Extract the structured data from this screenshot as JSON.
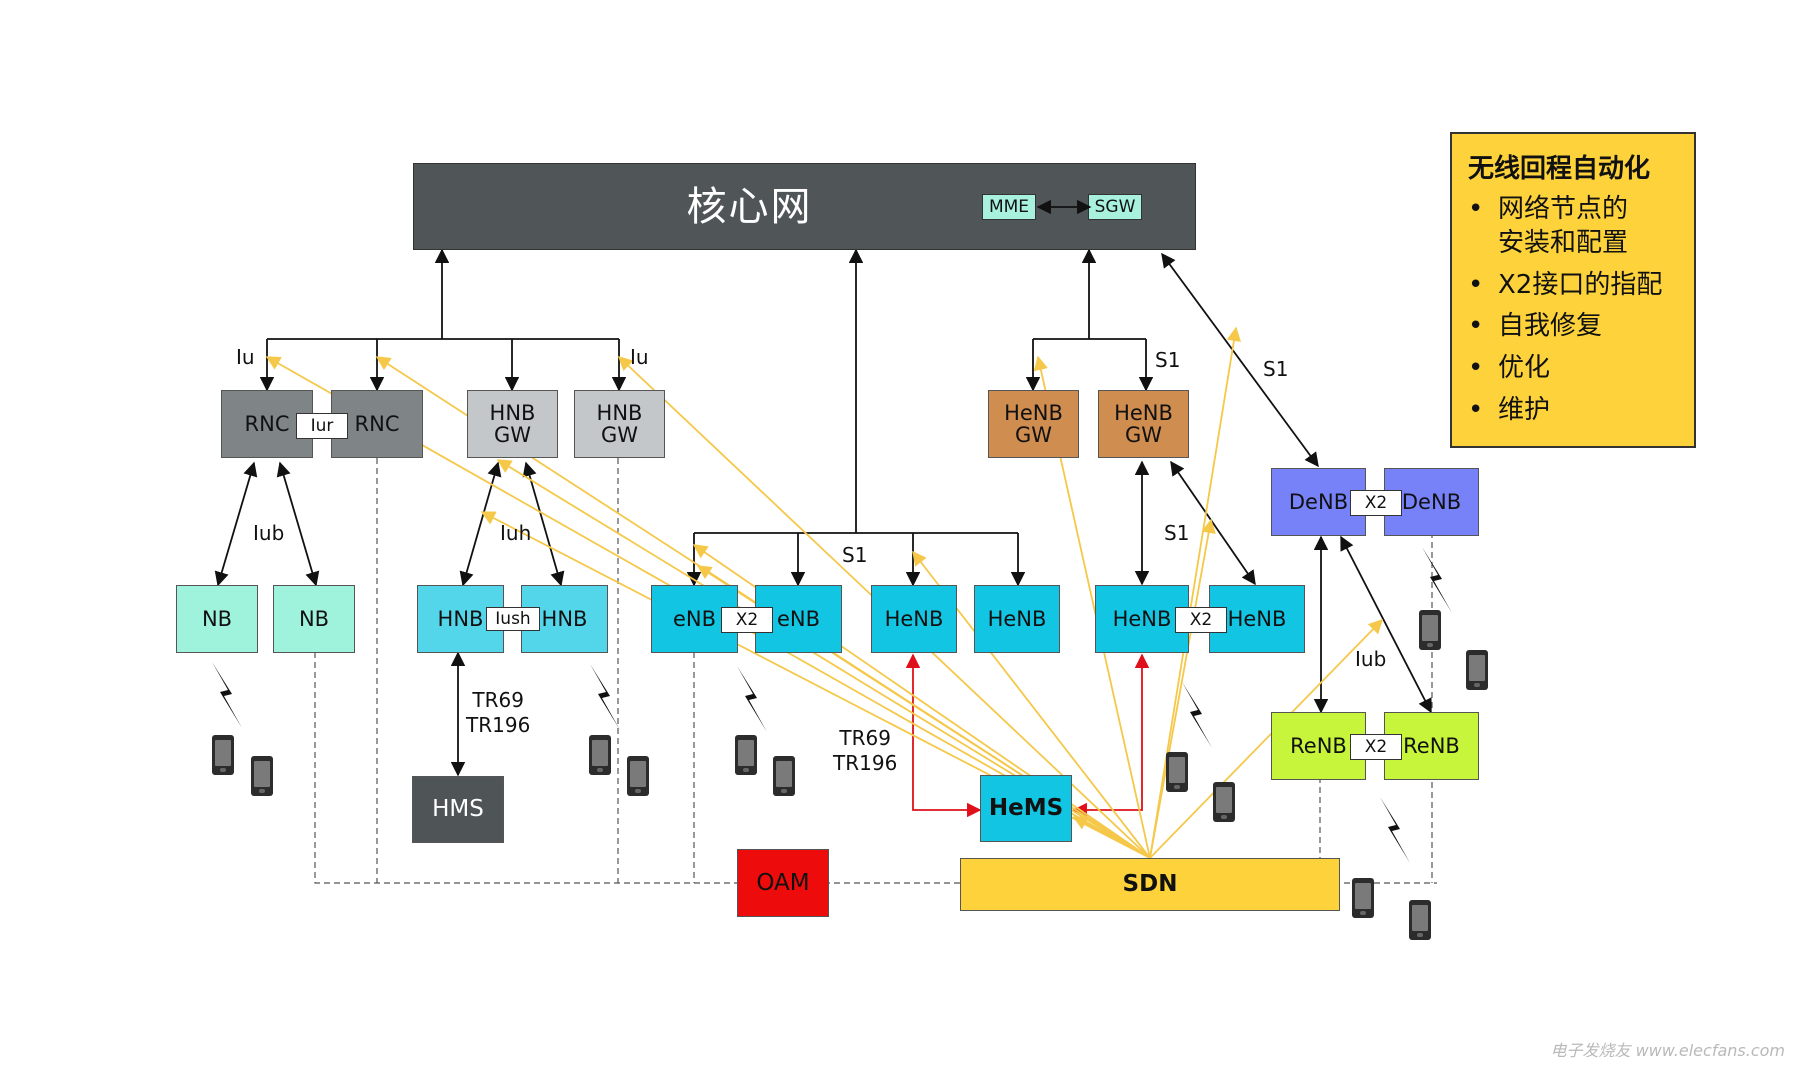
{
  "core": {
    "label": "核心网",
    "mme": "MME",
    "sgw": "SGW"
  },
  "nodes": {
    "rnc1": "RNC",
    "rnc2": "RNC",
    "iur": "Iur",
    "hnbgw1": "HNB\nGW",
    "hnbgw2": "HNB\nGW",
    "henbgw1": "HeNB\nGW",
    "henbgw2": "HeNB\nGW",
    "denb1": "DeNB",
    "denb2": "DeNB",
    "x2_denb": "X2",
    "nb1": "NB",
    "nb2": "NB",
    "hnb1": "HNB",
    "hnb2": "HNB",
    "iush": "Iush",
    "enb1": "eNB",
    "enb2": "eNB",
    "x2_enb": "X2",
    "henb1": "HeNB",
    "henb2": "HeNB",
    "henb3": "HeNB",
    "henb4": "HeNB",
    "x2_henb": "X2",
    "renb1": "ReNB",
    "renb2": "ReNB",
    "x2_renb": "X2",
    "hms": "HMS",
    "hems": "HeMS",
    "oam": "OAM",
    "sdn": "SDN"
  },
  "labels": {
    "iu_left": "Iu",
    "iu_right": "Iu",
    "iub_left": "Iub",
    "iuh": "Iuh",
    "s1_top": "S1",
    "s1_right": "S1",
    "s1_mid": "S1",
    "s1_henb": "S1",
    "tr_hms": "TR69\nTR196",
    "tr_hems": "TR69\nTR196",
    "iub_right": "Iub"
  },
  "legend": {
    "title": "无线回程自动化",
    "items": [
      "网络节点的\n安装和配置",
      "X2接口的指配",
      "自我修复",
      "优化",
      "维护"
    ],
    "bullet": "•"
  },
  "watermark": "电子发烧友 www.elecfans.com",
  "colors": {
    "yellow_line": "#f5c84a",
    "red_line": "#e0101a",
    "black_line": "#111111"
  }
}
